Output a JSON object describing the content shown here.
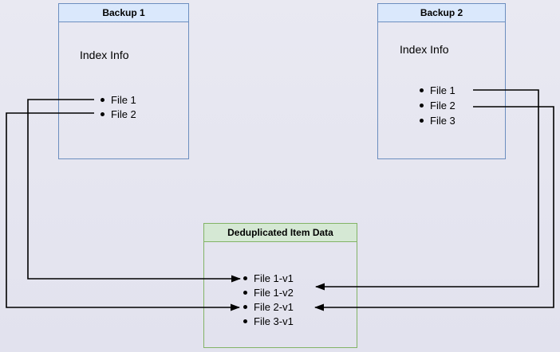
{
  "diagram": {
    "background": "#e4e4ef",
    "colors": {
      "backup_border": "#6c8ebf",
      "backup_header_fill": "#dae8fc",
      "dedup_border": "#82b366",
      "dedup_header_fill": "#d5e8d4",
      "arrow": "#000000"
    },
    "backup1": {
      "title": "Backup 1",
      "subtitle": "Index Info",
      "files": [
        "File 1",
        "File 2"
      ]
    },
    "backup2": {
      "title": "Backup 2",
      "subtitle": "Index Info",
      "files": [
        "File 1",
        "File 2",
        "File 3"
      ]
    },
    "dedup": {
      "title": "Deduplicated Item Data",
      "files": [
        "File 1-v1",
        "File 1-v2",
        "File 2-v1",
        "File 3-v1"
      ]
    },
    "connections": [
      {
        "from": "backup1-file-1",
        "to": "dedup-file-1-v1"
      },
      {
        "from": "backup1-file-2",
        "to": "dedup-file-2-v1"
      },
      {
        "from": "backup2-file-1",
        "to": "dedup-file-1-v2"
      },
      {
        "from": "backup2-file-2",
        "to": "dedup-file-2-v1"
      }
    ]
  }
}
